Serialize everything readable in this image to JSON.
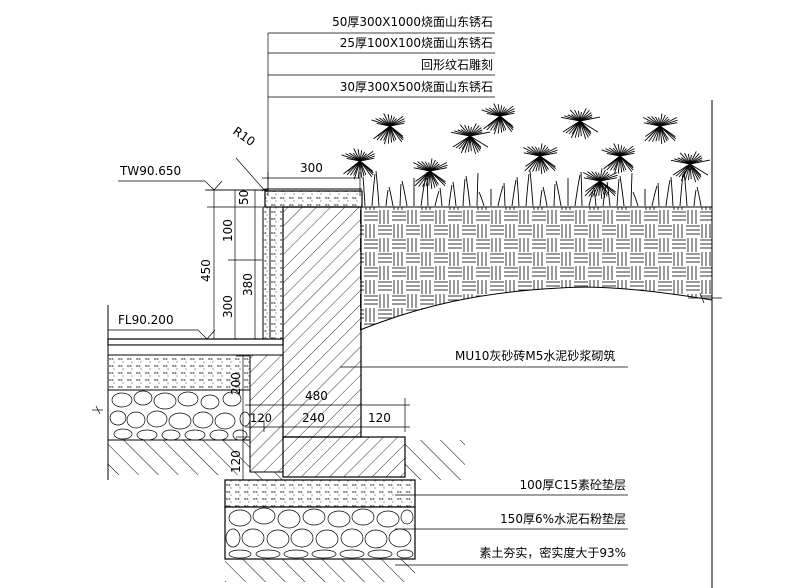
{
  "callouts_top": [
    "50厚300X1000烧面山东锈石",
    "25厚100X100烧面山东锈石",
    "回形纹石雕刻",
    "30厚300X500烧面山东锈石"
  ],
  "radius_label": "R10",
  "coping_width": "300",
  "elevation_top": "TW90.650",
  "elevation_floor": "FL90.200",
  "dims_vertical": [
    "50",
    "100",
    "450",
    "380",
    "300",
    "200",
    "120"
  ],
  "dims_horizontal": [
    "480",
    "240",
    "120",
    "120"
  ],
  "callout_wall": "MU10灰砂砖M5水泥砂浆砌筑",
  "callouts_bottom": [
    "100厚C15素砼垫层",
    "150厚6%水泥石粉垫层",
    "素土夯实，密实度大于93%"
  ]
}
